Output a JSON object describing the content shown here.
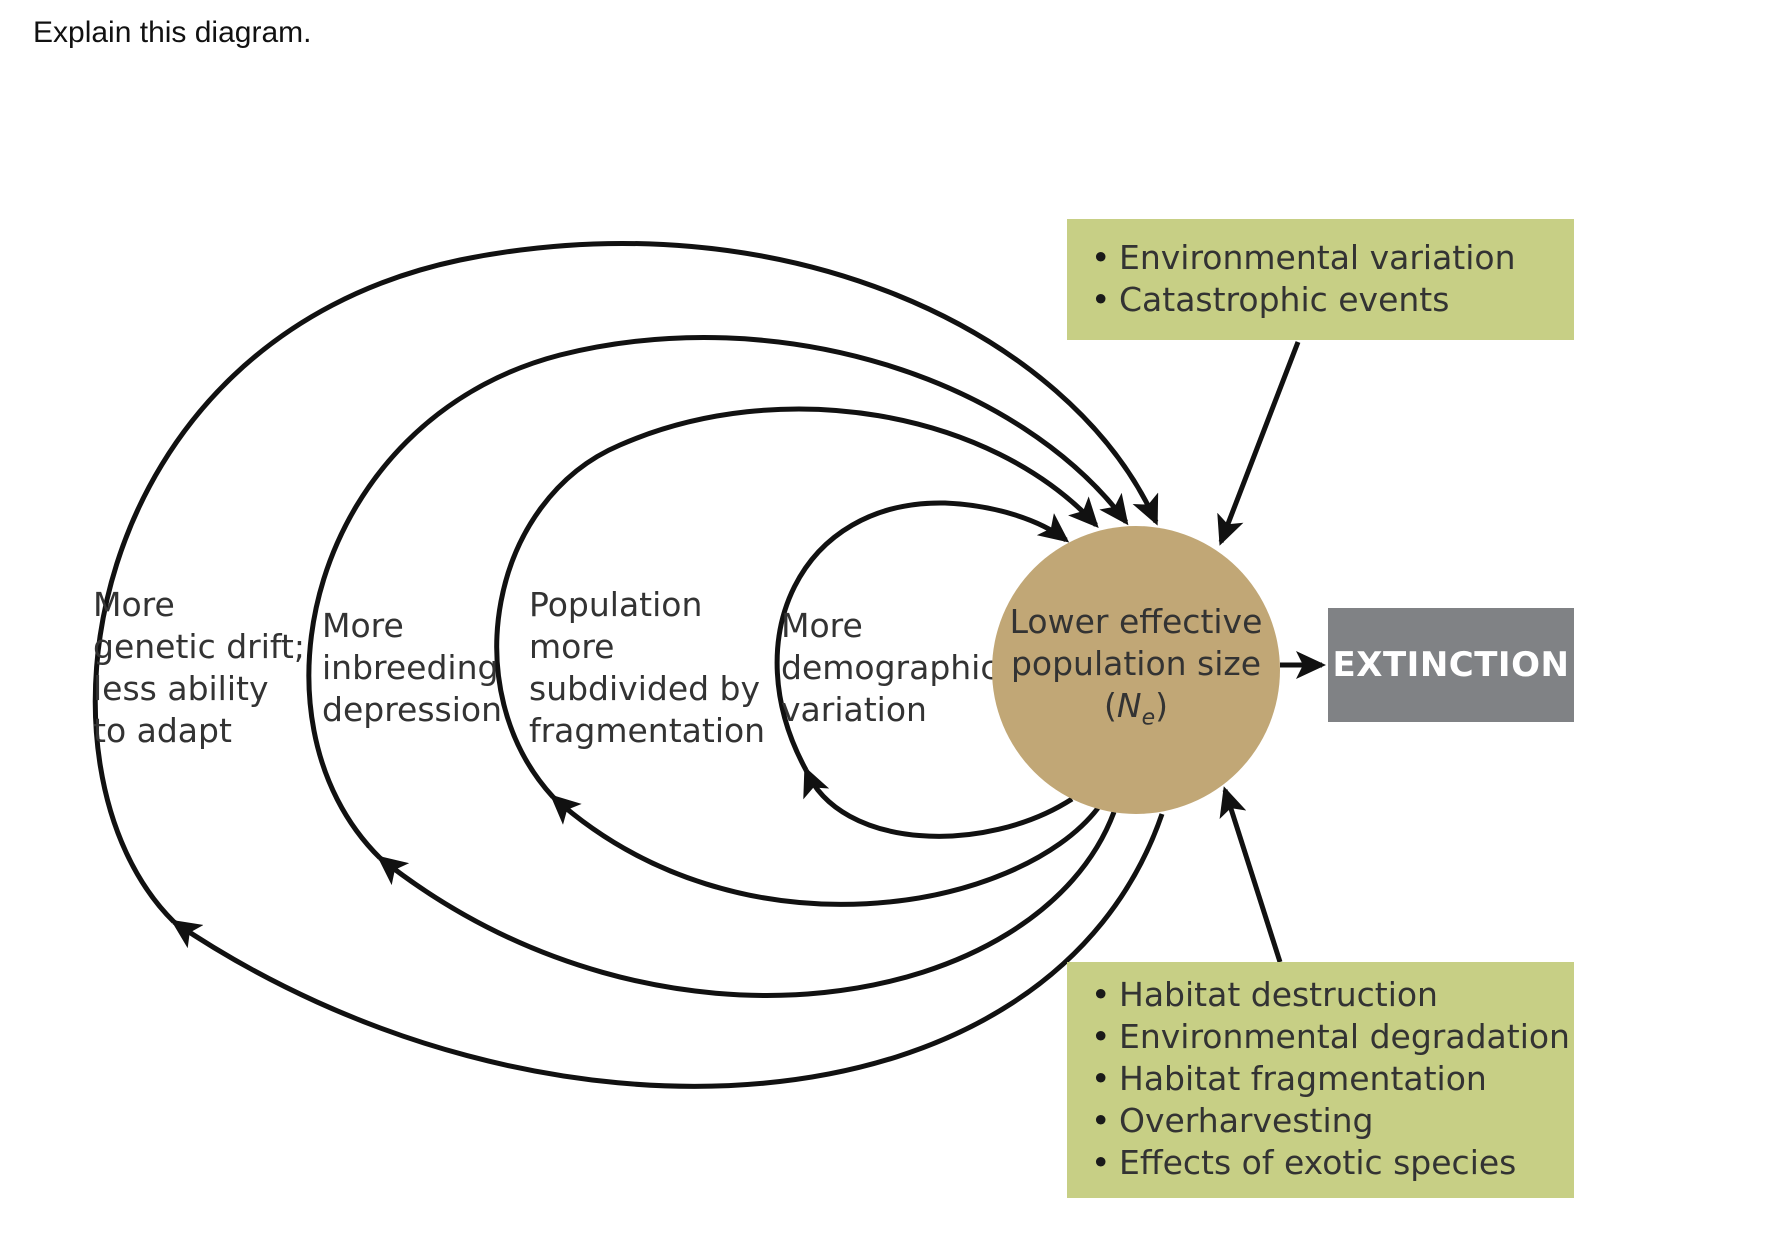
{
  "question": "Explain this diagram.",
  "diagram": {
    "center": {
      "line1": "Lower effective",
      "line2": "population size",
      "symbol_open": "(",
      "symbol": "N",
      "symbol_sub": "e",
      "symbol_close": ")"
    },
    "outcome": "EXTINCTION",
    "loops": [
      {
        "label": "More\ndemographic\nvariation"
      },
      {
        "label": "Population\nmore\nsubdivided by\nfragmentation"
      },
      {
        "label": "More\ninbreeding\ndepression"
      },
      {
        "label": "More\ngenetic drift;\nless ability\nto adapt"
      }
    ],
    "top_factors": [
      "Environmental variation",
      "Catastrophic events"
    ],
    "bottom_factors": [
      "Habitat destruction",
      "Environmental degradation",
      "Habitat fragmentation",
      "Overharvesting",
      "Effects of exotic species"
    ],
    "colors": {
      "circle": "#c1a776",
      "factor_box": "#c7cf85",
      "extinction_box": "#808285",
      "extinction_text": "#ffffff",
      "arrow": "#111111"
    }
  }
}
